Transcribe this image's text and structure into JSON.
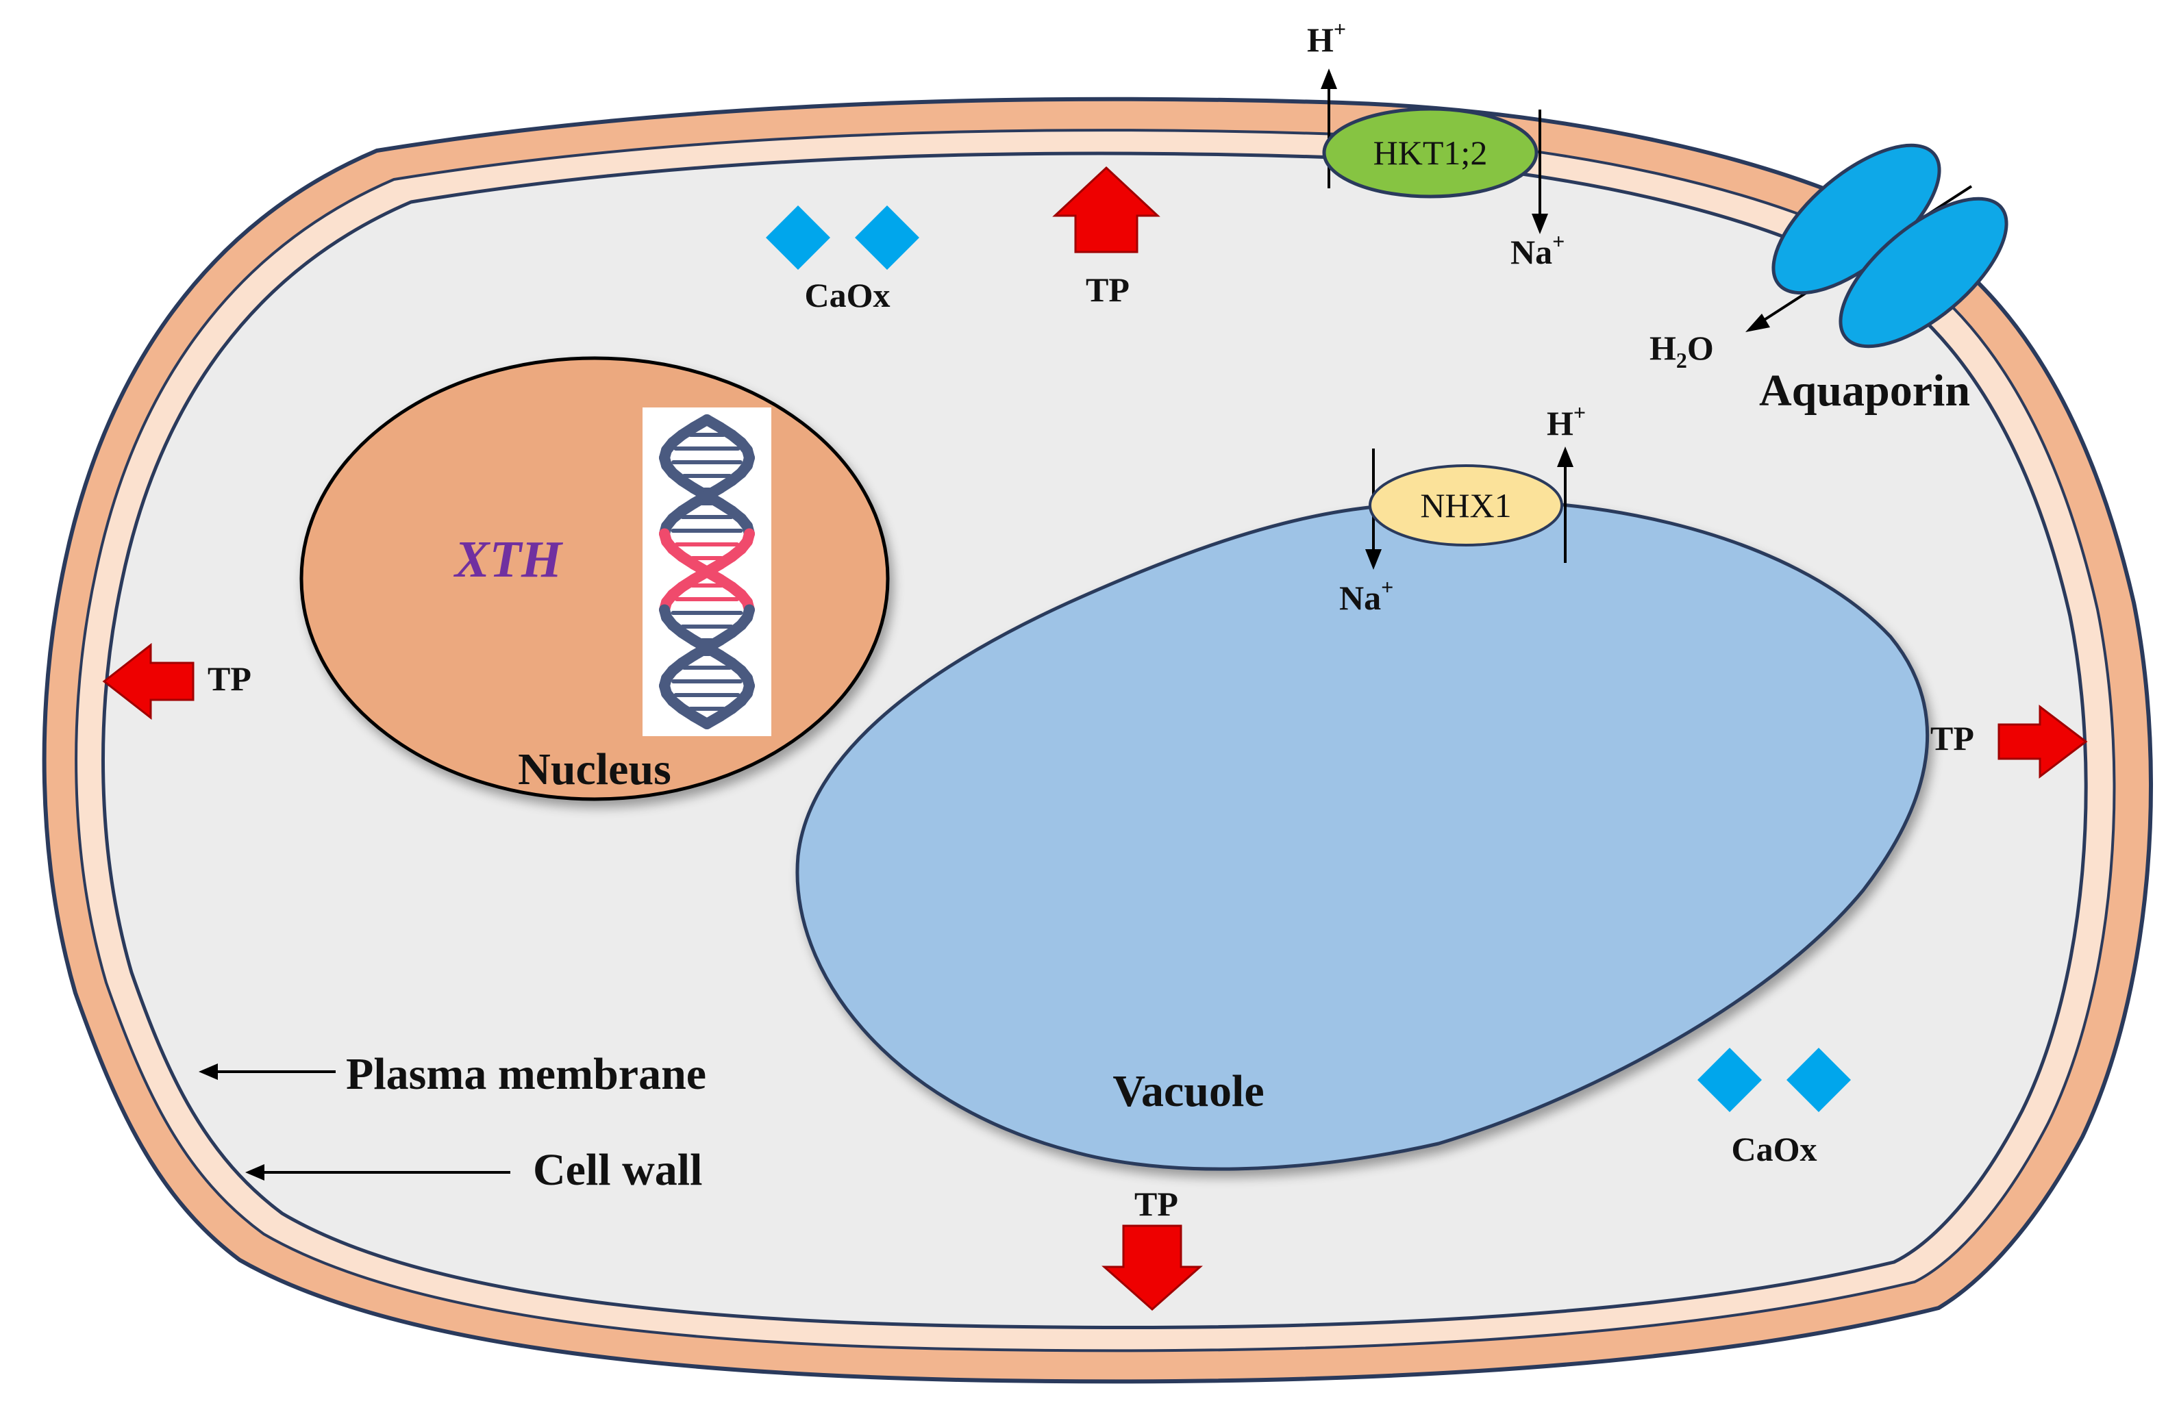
{
  "colors": {
    "cell_wall": "#f2b58f",
    "cell_wall_inner": "#fbe1cf",
    "outline": "#2a3a5c",
    "cytoplasm": "#ececec",
    "nucleus": "#eca97f",
    "vacuole": "#9ec3e6",
    "hkt": "#86c442",
    "nhx": "#fbe29a",
    "aquaporin": "#0ea8e8",
    "caox": "#00a6ec",
    "tp_arrow": "#ee0000",
    "xth_text": "#7030a0",
    "dna_blue": "#4a5a80",
    "dna_pink": "#f04a6c"
  },
  "labels": {
    "h_plus_top": "H",
    "h_plus_top_sup": "+",
    "hkt": "HKT1;2",
    "na_plus_top": "Na",
    "na_plus_top_sup": "+",
    "caox_top": "CaOx",
    "tp_top": "TP",
    "h2o_h": "H",
    "h2o_sub": "2",
    "h2o_o": "O",
    "aquaporin": "Aquaporin",
    "h_plus_vac": "H",
    "h_plus_vac_sup": "+",
    "nhx": "NHX1",
    "na_plus_vac": "Na",
    "na_plus_vac_sup": "+",
    "xth": "XTH",
    "nucleus": "Nucleus",
    "tp_left": "TP",
    "tp_right": "TP",
    "vacuole": "Vacuole",
    "plasma_membrane": "Plasma membrane",
    "cell_wall": "Cell wall",
    "caox_bottom": "CaOx",
    "tp_bottom": "TP"
  },
  "icons": {
    "dna": "dna-helix-icon",
    "tp_arrow": "arrow-icon",
    "caox": "diamond-icon"
  }
}
